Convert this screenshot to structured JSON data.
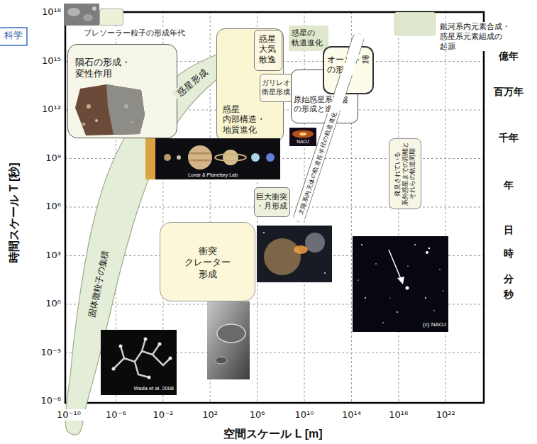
{
  "diagram": {
    "nodes": [
      {
        "text": [
          "固体微粒子の集積",
          "惑星形成"
        ]
      },
      {
        "text": [
          "プレソーラー粒子の形成年代"
        ]
      },
      {
        "text": [
          "隕石の形成・ 変性作用"
        ]
      },
      {
        "text": [
          "惑星 内部構造・ 地質進化"
        ]
      },
      {
        "text": [
          "惑星 大気 散逸"
        ],
        "in": 3
      },
      {
        "text": [
          "ガリレオ 衛星形成"
        ]
      },
      {
        "text": [
          "惑星の 軌道進化"
        ]
      },
      {
        "text": [
          "銀河系内元素合成・ 惑星系元素組成の 起源"
        ]
      },
      {
        "text": [
          "原始惑星系円盤 の形成と進化"
        ]
      },
      {
        "text": [
          "オールト雲 の形成"
        ]
      },
      {
        "text": [
          "太陽系内天体の軌道長半径の軌道進化"
        ]
      },
      {
        "text": [
          "発見されている 系外惑星までの距離と それらの軌道周期"
        ]
      },
      {
        "text": [
          "巨大衝突 ・月形成"
        ]
      },
      {
        "text": [
          "衝突 クレーター 形成"
        ]
      }
    ],
    "labels": [
      "科学",
      "時間スケール T [秒]",
      "空間スケール L [m]",
      "10¹⁸",
      "10¹⁵",
      "10¹²",
      "10⁹",
      "10⁶",
      "10³",
      "10⁰",
      "10⁻³",
      "10⁻⁶",
      "10⁻¹⁰",
      "10⁻⁶",
      "10⁻²",
      "10²",
      "10⁶",
      "10¹⁰",
      "10¹⁴",
      "10¹⁸",
      "10²²",
      "億年",
      "百万年",
      "千年",
      "年",
      "日",
      "時",
      "分",
      "秒",
      "Lunar & Planetary Lab",
      "NAOJ",
      "(c) NAOJ",
      "Wada et al. 2008"
    ]
  }
}
